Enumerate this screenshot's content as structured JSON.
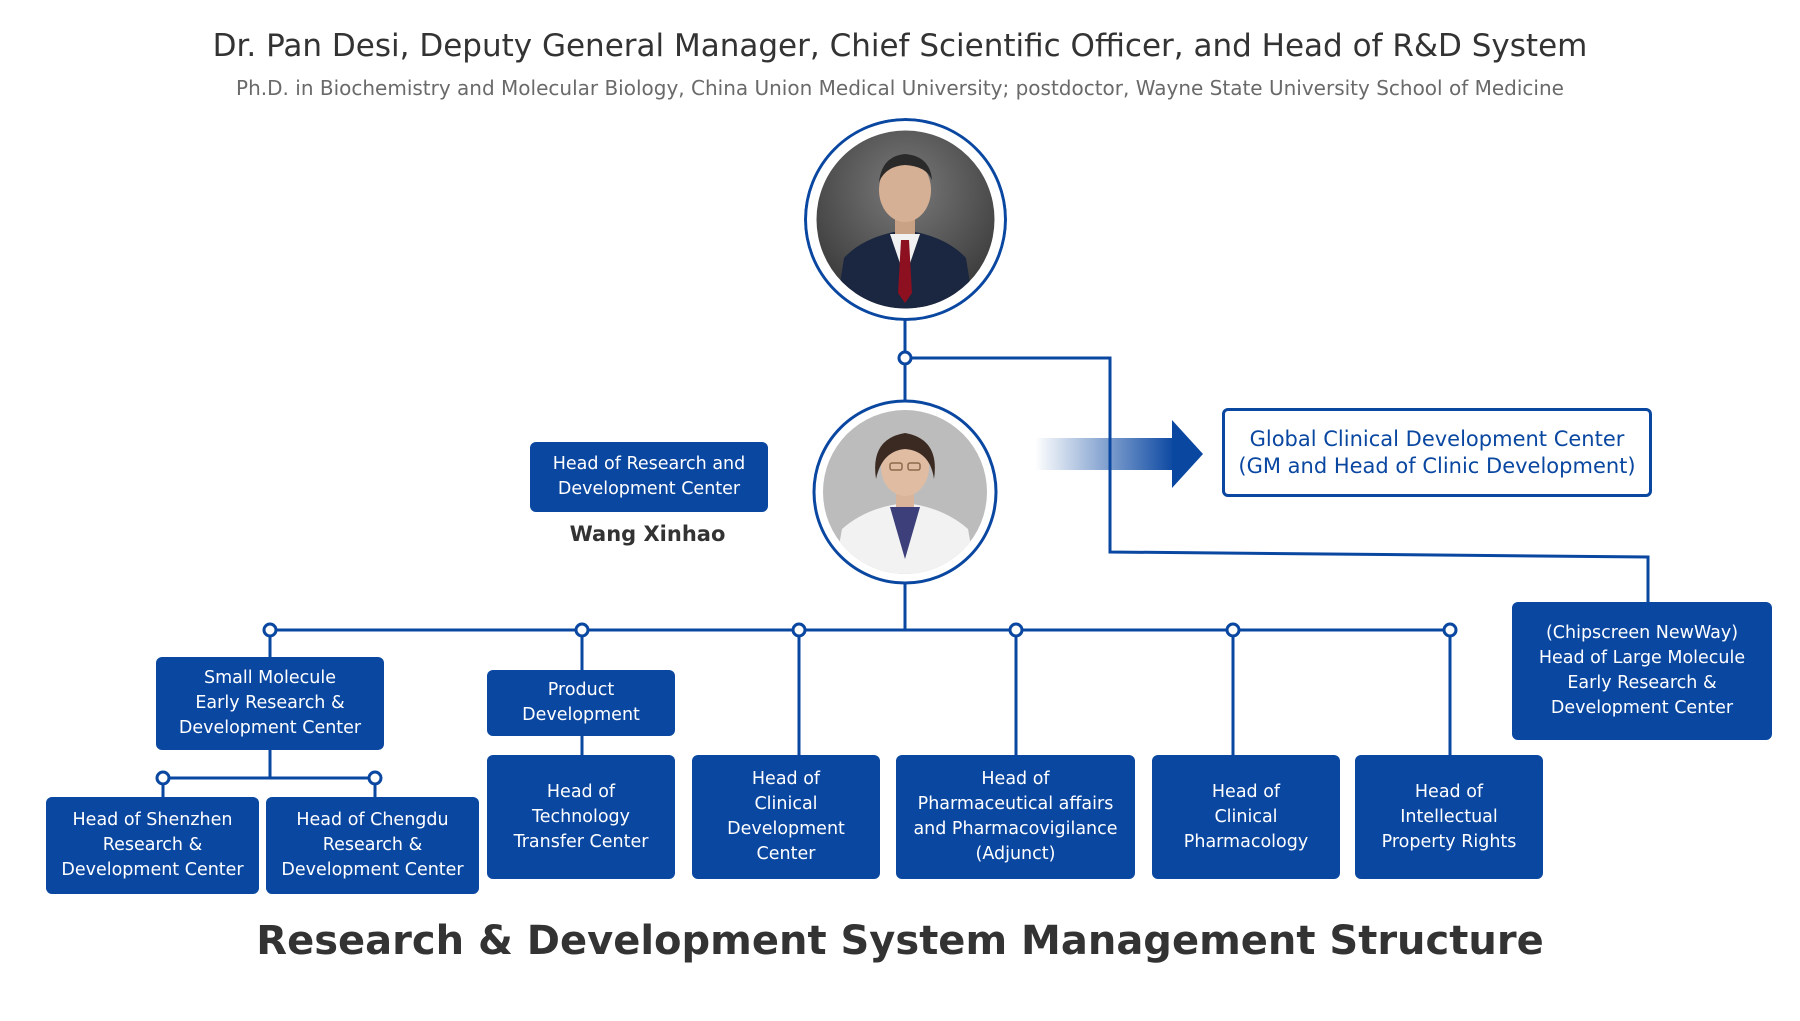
{
  "header": {
    "title": "Dr. Pan Desi, Deputy General Manager, Chief Scientific Officer, and Head of R&D System",
    "subtitle": "Ph.D. in Biochemistry and Molecular Biology, China Union Medical University; postdoctor, Wayne State University School of Medicine"
  },
  "footer": {
    "title": "Research & Development System Management Structure"
  },
  "colors": {
    "primary_blue": "#0a47a1",
    "text_dark": "#333333",
    "text_gray": "#6a6a6a"
  },
  "rd_head": {
    "role": "Head of Research and\nDevelopment Center",
    "name": "Wang Xinhao"
  },
  "global_clinical": {
    "label": "Global Clinical Development Center\n(GM and Head of Clinic Development)"
  },
  "large_molecule": {
    "label": "(Chipscreen NewWay)\nHead of Large Molecule\nEarly Research &\nDevelopment Center"
  },
  "small_molecule": {
    "label": "Small Molecule\nEarly Research &\nDevelopment Center",
    "children": [
      "Head of Shenzhen\nResearch &\nDevelopment Center",
      "Head of Chengdu\nResearch &\nDevelopment Center"
    ]
  },
  "product_development": {
    "label": "Product\nDevelopment",
    "child": "Head of\nTechnology\nTransfer Center"
  },
  "departments": [
    "Head of\nClinical\nDevelopment\nCenter",
    "Head of\nPharmaceutical affairs\nand Pharmacovigilance\n(Adjunct)",
    "Head of\nClinical\nPharmacology",
    "Head of\nIntellectual\nProperty Rights"
  ],
  "icons": {
    "top_portrait": "man-portrait-icon",
    "middle_portrait": "woman-portrait-icon",
    "arrow": "right-arrow-icon"
  }
}
